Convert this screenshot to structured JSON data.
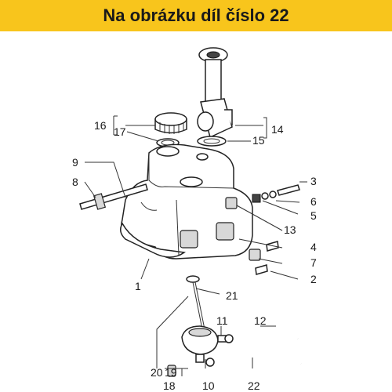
{
  "banner": {
    "title": "Na obrázku díl číslo 22",
    "background": "#f8c51c"
  },
  "callouts": {
    "c1": "1",
    "c2": "2",
    "c3": "3",
    "c4": "4",
    "c5": "5",
    "c6": "6",
    "c7": "7",
    "c8": "8",
    "c9": "9",
    "c10": "10",
    "c11": "11",
    "c12": "12",
    "c13": "13",
    "c14": "14",
    "c15": "15",
    "c16": "16",
    "c17": "17",
    "c18": "18",
    "c19": "19",
    "c20": "20",
    "c21": "21",
    "c22": "22"
  },
  "icons": [
    "fuel-tank-icon",
    "fuel-cap-icon",
    "fuel-gauge-icon",
    "fuel-tap-icon",
    "hose-icon",
    "screw-icon"
  ]
}
